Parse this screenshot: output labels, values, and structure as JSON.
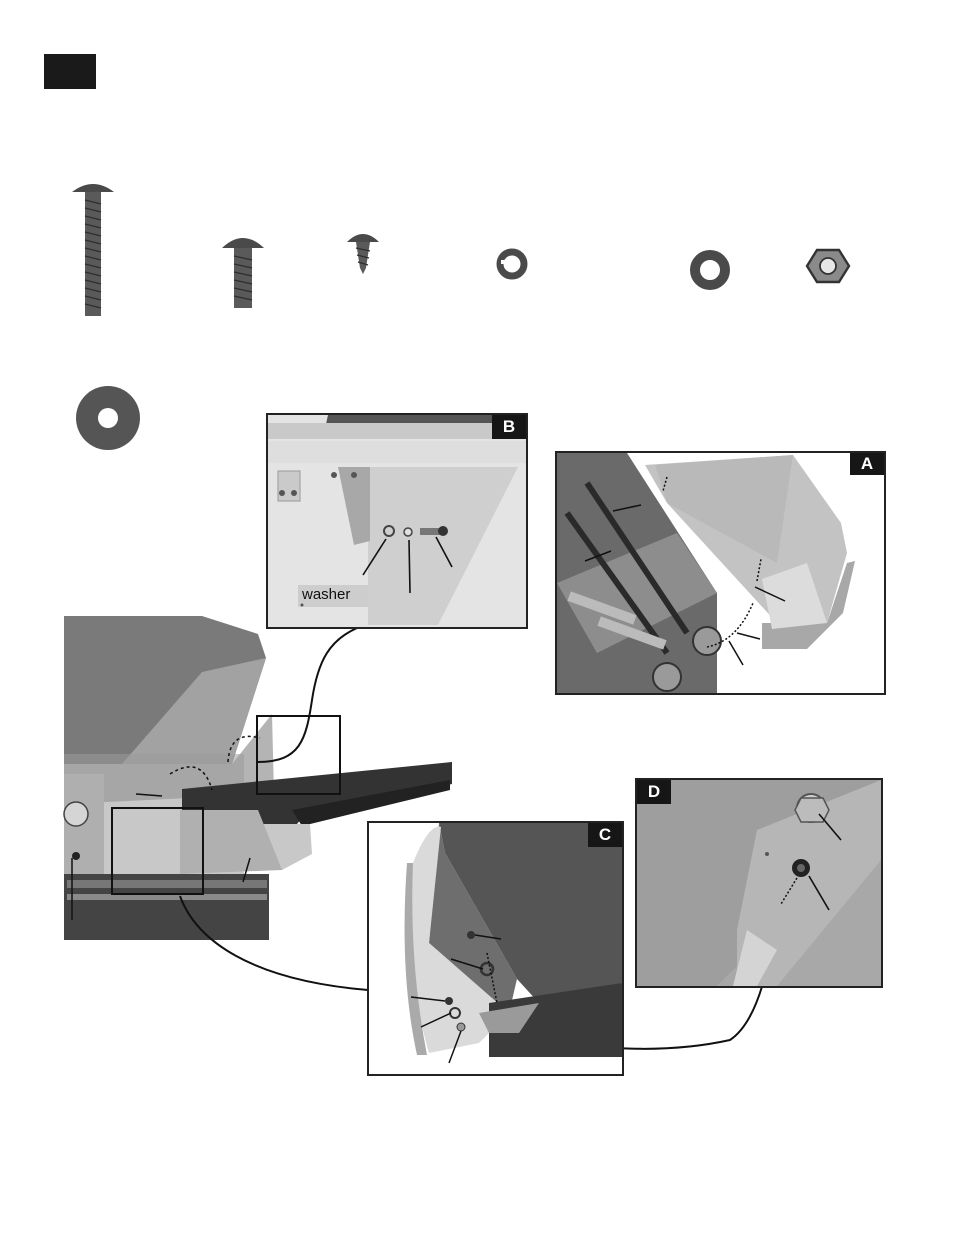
{
  "detail_labels": {
    "a": "A",
    "b": "B",
    "c": "C",
    "d": "D"
  },
  "washer_label": "washer",
  "hardware_icons": [
    "long-bolt-icon",
    "short-bolt-icon",
    "self-tapping-screw-icon",
    "lock-washer-icon",
    "flat-washer-icon",
    "hex-nut-icon",
    "large-washer-icon"
  ]
}
